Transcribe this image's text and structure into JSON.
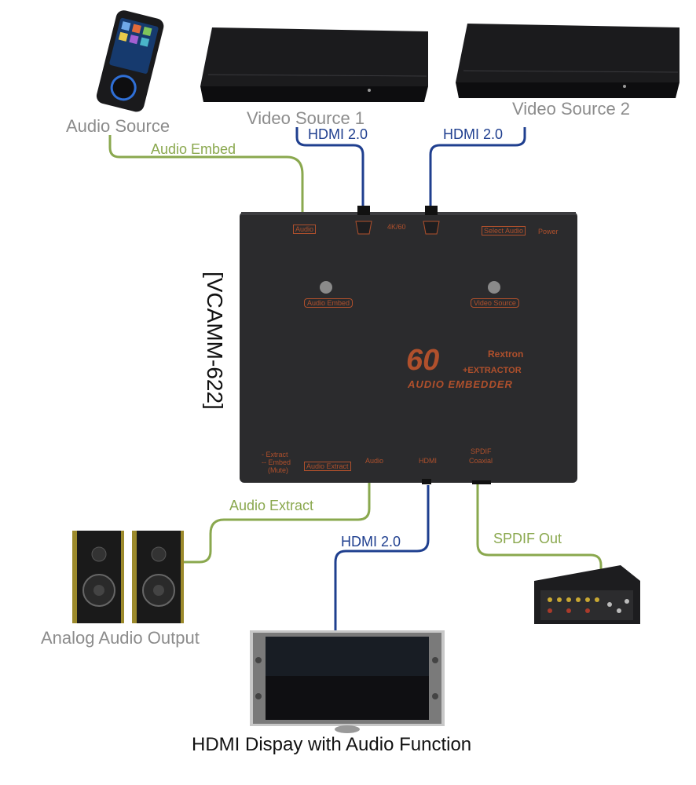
{
  "labels": {
    "audio_source": "Audio Source",
    "video_source_1": "Video Source 1",
    "video_source_2": "Video Source 2",
    "audio_embed": "Audio Embed",
    "hdmi_in_1": "HDMI 2.0",
    "hdmi_in_2": "HDMI 2.0",
    "hdmi_out": "HDMI 2.0",
    "audio_extract": "Audio Extract",
    "spdif_out": "SPDIF Out",
    "analog_audio_output": "Analog Audio Output",
    "display": "HDMI Dispay with Audio Function",
    "model": "[VCAMM-622]"
  },
  "device": {
    "logo_number": "60",
    "brand": "Rextron",
    "line1": "+EXTRACTOR",
    "line2": "AUDIO EMBEDDER",
    "top_label_audio": "Audio",
    "top_label_res": "4K/60",
    "top_label_select": "Select Audio",
    "top_label_power": "Power",
    "button_left": "Audio Embed",
    "button_right": "Video Source",
    "bottom_audio": "Audio",
    "bottom_hdmi": "HDMI",
    "bottom_spdif": "SPDIF",
    "bottom_coaxial": "Coaxial",
    "bottom_extract": "Audio Extract",
    "bottom_legend_1": "- Extract",
    "bottom_legend_2": "-- Embed",
    "bottom_legend_3": "(Mute)"
  },
  "colors": {
    "audio_line": "#8aa84e",
    "hdmi_line": "#1f3f8f",
    "device_body": "#2b2b2d",
    "device_text": "#b0502c"
  }
}
